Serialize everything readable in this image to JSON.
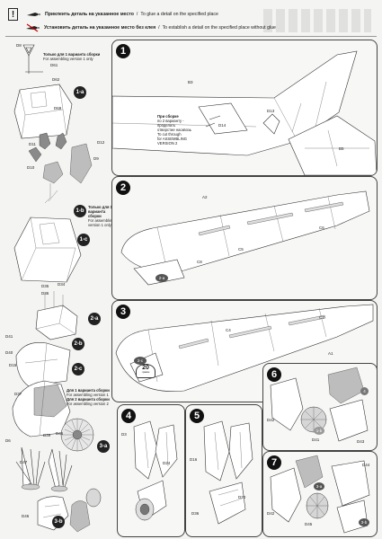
{
  "legend": {
    "glue_ru": "Приклеить деталь на указанное место",
    "glue_en": "To glue a detail on the specified place",
    "noglue_ru": "Установить деталь на указанное место без клея",
    "noglue_en": "To establish a detail on the specified place without glue",
    "exclaim": "!",
    "slash": "/"
  },
  "left_column": {
    "note_v1_ru": "Только для 1 варианта сборки",
    "note_v1_en": "For assembling version 1 only",
    "substep_1a": "1-a",
    "substep_1b": "1-b",
    "substep_1c": "1-c",
    "note_1b_ru": "Только для 1 варианта сборки",
    "note_1b_en": "For assembling version 1 only",
    "substep_2a": "2-a",
    "substep_2b": "2-b",
    "substep_2c": "2-c",
    "substep_3a": "3-a",
    "substep_3b": "3-b",
    "note_3a_v1_ru": "Для 1 варианта сборки",
    "note_3a_v1_en": "For assembling version 1",
    "note_3a_v2_ru": "Для 2 варианта сборки",
    "note_3a_v2_en": "For assembling version 2",
    "parts": [
      "D8",
      "D61",
      "D62",
      "D69",
      "D11",
      "D12",
      "D9",
      "D10",
      "D35",
      "D36",
      "D34",
      "D41",
      "D40",
      "D15",
      "D37",
      "D6",
      "D39",
      "D45",
      "D47",
      "D46"
    ]
  },
  "steps": [
    {
      "number": "1",
      "parts": [
        "B3",
        "B5",
        "D14",
        "D13"
      ]
    },
    {
      "number": "2",
      "parts": [
        "A2",
        "C6",
        "C5",
        "C8"
      ]
    },
    {
      "number": "3",
      "parts": [
        "C7",
        "C4",
        "A1"
      ]
    },
    {
      "number": "4",
      "parts": [
        "D3",
        "D24"
      ]
    },
    {
      "number": "5",
      "parts": [
        "D36",
        "D20",
        "D16"
      ]
    },
    {
      "number": "6",
      "parts": [
        "D42",
        "D41",
        "D43"
      ]
    },
    {
      "number": "7",
      "parts": [
        "D44",
        "D42",
        "D45"
      ]
    }
  ],
  "step1_note": {
    "ru_1": "При сборке",
    "ru_2": "по 2 варианту -",
    "ru_3": "проделать",
    "ru_4": "отверстие насквозь",
    "en_1": "To cut through",
    "en_2": "for ASSEMBLING",
    "en_3": "VERSION 2"
  },
  "step2_chip": "2-a",
  "step3_chip": "2-c",
  "step3_weight": "20",
  "step3_weight_unit": "грамм",
  "step6_chips": [
    "4",
    "1-b"
  ],
  "step7_chips": [
    "3-a",
    "3-b"
  ],
  "colors": {
    "chip_dark": "#555555",
    "chip_light": "#9a9a9a"
  }
}
